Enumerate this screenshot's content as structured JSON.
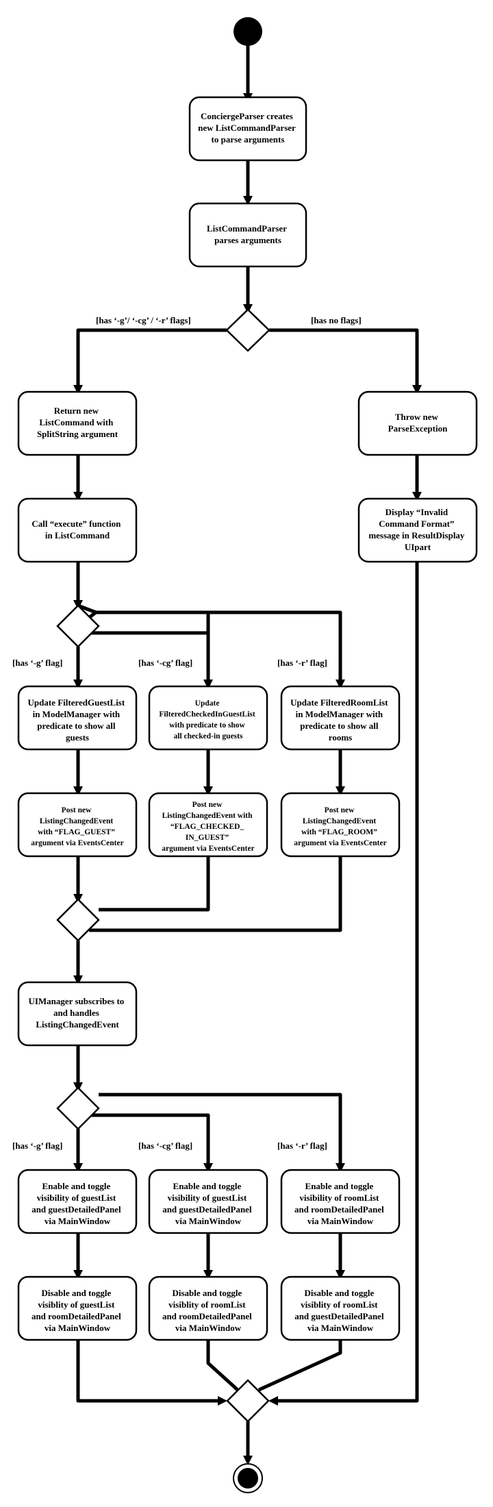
{
  "nodes": {
    "parser_creates": [
      "ConciergeParser creates",
      "new ListCommandParser",
      "to parse arguments"
    ],
    "parser_parses": [
      "ListCommandParser",
      "parses arguments"
    ],
    "return_listcommand": [
      "Return new",
      "ListCommand with",
      "SplitString argument"
    ],
    "throw_parse": [
      "Throw new",
      "ParseException"
    ],
    "call_execute": [
      "Call “execute” function",
      "in ListCommand"
    ],
    "display_invalid": [
      "Display “Invalid",
      "Command Format”",
      "message in ResultDisplay",
      "UIpart"
    ],
    "update_guest": [
      "Update FilteredGuestList",
      "in ModelManager with",
      "predicate to show all",
      "guests"
    ],
    "update_checkedin": [
      "Update",
      "FilteredCheckedInGuestList",
      "with predicate to show",
      "all checked-in guests"
    ],
    "update_room": [
      "Update FilteredRoomList",
      "in ModelManager with",
      "predicate to show all",
      "rooms"
    ],
    "post_guest": [
      "Post new",
      "ListingChangedEvent",
      "with “FLAG_GUEST”",
      "argument via EventsCenter"
    ],
    "post_checkedin": [
      "Post new",
      "ListingChangedEvent with",
      "“FLAG_CHECKED_",
      "IN_GUEST”",
      "argument via EventsCenter"
    ],
    "post_room": [
      "Post new",
      "ListingChangedEvent",
      "with “FLAG_ROOM”",
      "argument via EventsCenter"
    ],
    "ui_subscribes": [
      "UIManager subscribes to",
      "and handles",
      "ListingChangedEvent"
    ],
    "enable_guest": [
      "Enable and toggle",
      "visibility of guestList",
      "and guestDetailedPanel",
      "via MainWindow"
    ],
    "enable_checkedin": [
      "Enable and toggle",
      "visibility of guestList",
      "and guestDetailedPanel",
      "via MainWindow"
    ],
    "enable_room": [
      "Enable and toggle",
      "visibility of roomList",
      "and roomDetailedPanel",
      "via MainWindow"
    ],
    "disable_guest": [
      "Disable and toggle",
      "visiblity of guestList",
      "and roomDetailedPanel",
      "via MainWindow"
    ],
    "disable_checkedin": [
      "Disable and toggle",
      "visiblity of roomList",
      "and roomDetailedPanel",
      "via MainWindow"
    ],
    "disable_room": [
      "Disable and toggle",
      "visiblity of roomList",
      "and guestDetailedPanel",
      "via MainWindow"
    ]
  },
  "guards": {
    "has_flags": "[has ‘-g’/ ‘-cg’ / ‘-r’ flags]",
    "no_flags": "[has no flags]",
    "g_flag_1": "[has ‘-g’ flag]",
    "cg_flag_1": "[has ‘-cg’ flag]",
    "r_flag_1": "[has ‘-r’ flag]",
    "g_flag_2": "[has ‘-g’ flag]",
    "cg_flag_2": "[has ‘-cg’ flag]",
    "r_flag_2": "[has ‘-r’ flag]"
  }
}
